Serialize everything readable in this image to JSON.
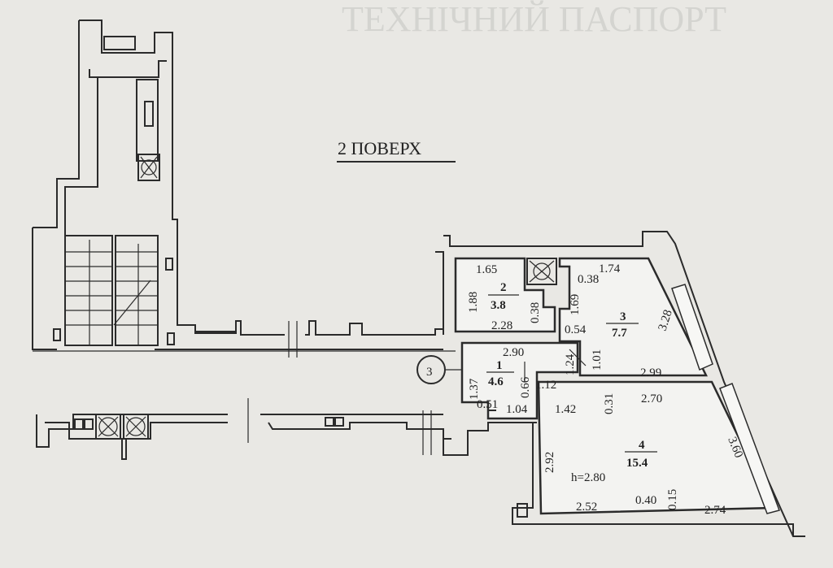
{
  "plan": {
    "title": "2 ПОВЕРХ",
    "header_faded": "ТЕХНІЧНИЙ ПАСПОРТ",
    "stair_marker": "3",
    "height_note": "h=2.80"
  },
  "rooms": [
    {
      "number": "1",
      "area": "4.6"
    },
    {
      "number": "2",
      "area": "3.8"
    },
    {
      "number": "3",
      "area": "7.7"
    },
    {
      "number": "4",
      "area": "15.4"
    }
  ],
  "dimensions": {
    "d165": "1.65",
    "d188": "1.88",
    "d038a": "0.38",
    "d228": "2.28",
    "d174": "1.74",
    "d038b": "0.38",
    "d169": "1.69",
    "d054": "0.54",
    "d328": "3.28",
    "d290": "2.90",
    "d137": "1.37",
    "d066": "0.66",
    "d112": "1.12",
    "d124": "1.24",
    "d101": "1.01",
    "d299": "2.99",
    "d051": "0.51",
    "d104": "1.04",
    "d142": "1.42",
    "d031": "0.31",
    "d270": "2.70",
    "d292": "2.92",
    "d360": "3.60",
    "d252": "2.52",
    "d040": "0.40",
    "d015": "0.15",
    "d274": "2.74"
  }
}
